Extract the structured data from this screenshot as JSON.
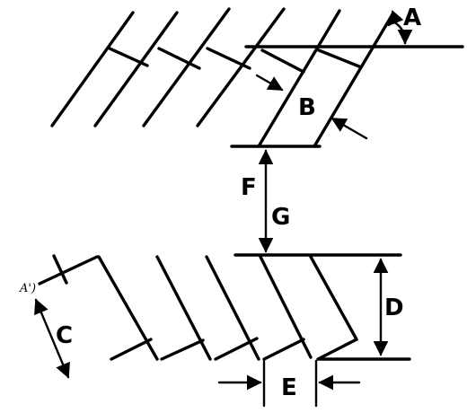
{
  "labels": {
    "a": "A",
    "b": "B",
    "c": "C",
    "d": "D",
    "e": "E",
    "f": "F",
    "g": "G",
    "a_prime": "A')"
  }
}
